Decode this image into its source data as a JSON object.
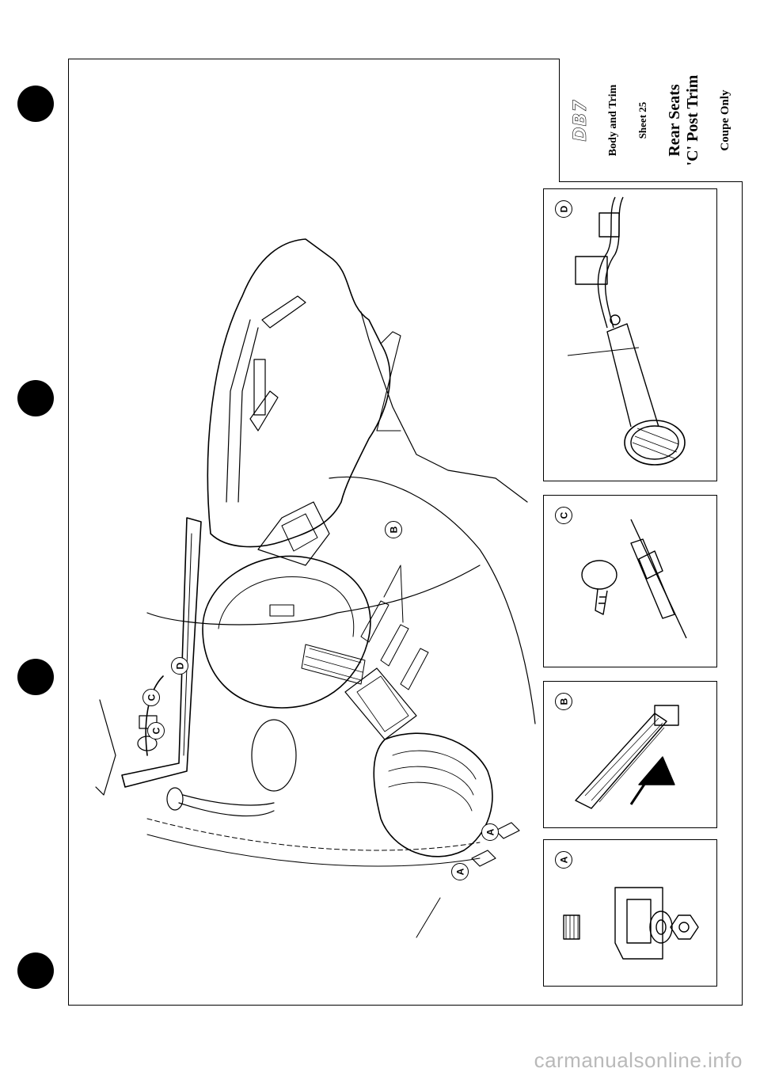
{
  "title_block": {
    "logo": "DB7",
    "section": "Body and Trim",
    "sheet": "Sheet 25",
    "title_line1": "Rear Seats",
    "title_line2": "'C' Post Trim",
    "note": "Coupe Only"
  },
  "details": [
    {
      "letter": "D"
    },
    {
      "letter": "C"
    },
    {
      "letter": "B"
    },
    {
      "letter": "A"
    }
  ],
  "callouts": {
    "a1": "A",
    "a2": "A",
    "b": "B",
    "c1": "C",
    "c2": "C",
    "d": "D"
  },
  "watermark": "carmanualsonline.info"
}
